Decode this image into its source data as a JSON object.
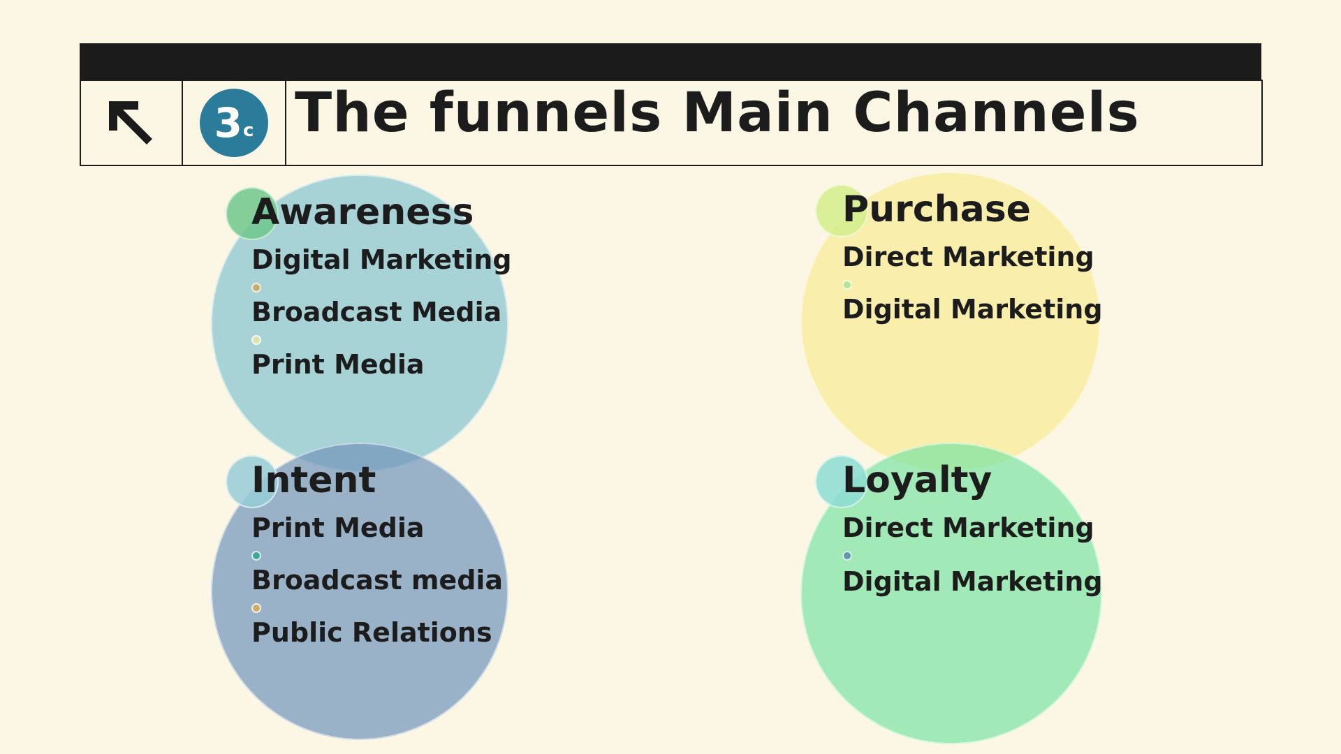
{
  "header": {
    "title": "The funnels Main Channels",
    "badge_number": "3",
    "badge_suffix": "c",
    "back_icon": "arrow-up-left-icon",
    "badge_color": "#2b7c9b"
  },
  "stages": [
    {
      "name": "Awareness",
      "color": "#7abfce",
      "items": [
        "Digital Marketing",
        "Broadcast Media",
        "Print Media"
      ]
    },
    {
      "name": "Purchase",
      "color": "#f8ea8c",
      "items": [
        "Direct Marketing",
        "Digital Marketing"
      ]
    },
    {
      "name": "Intent",
      "color": "#7094ba",
      "items": [
        "Print Media",
        "Broadcast media",
        "Public Relations"
      ]
    },
    {
      "name": "Loyalty",
      "color": "#7be3a3",
      "items": [
        "Direct Marketing",
        "Digital Marketing"
      ]
    }
  ]
}
